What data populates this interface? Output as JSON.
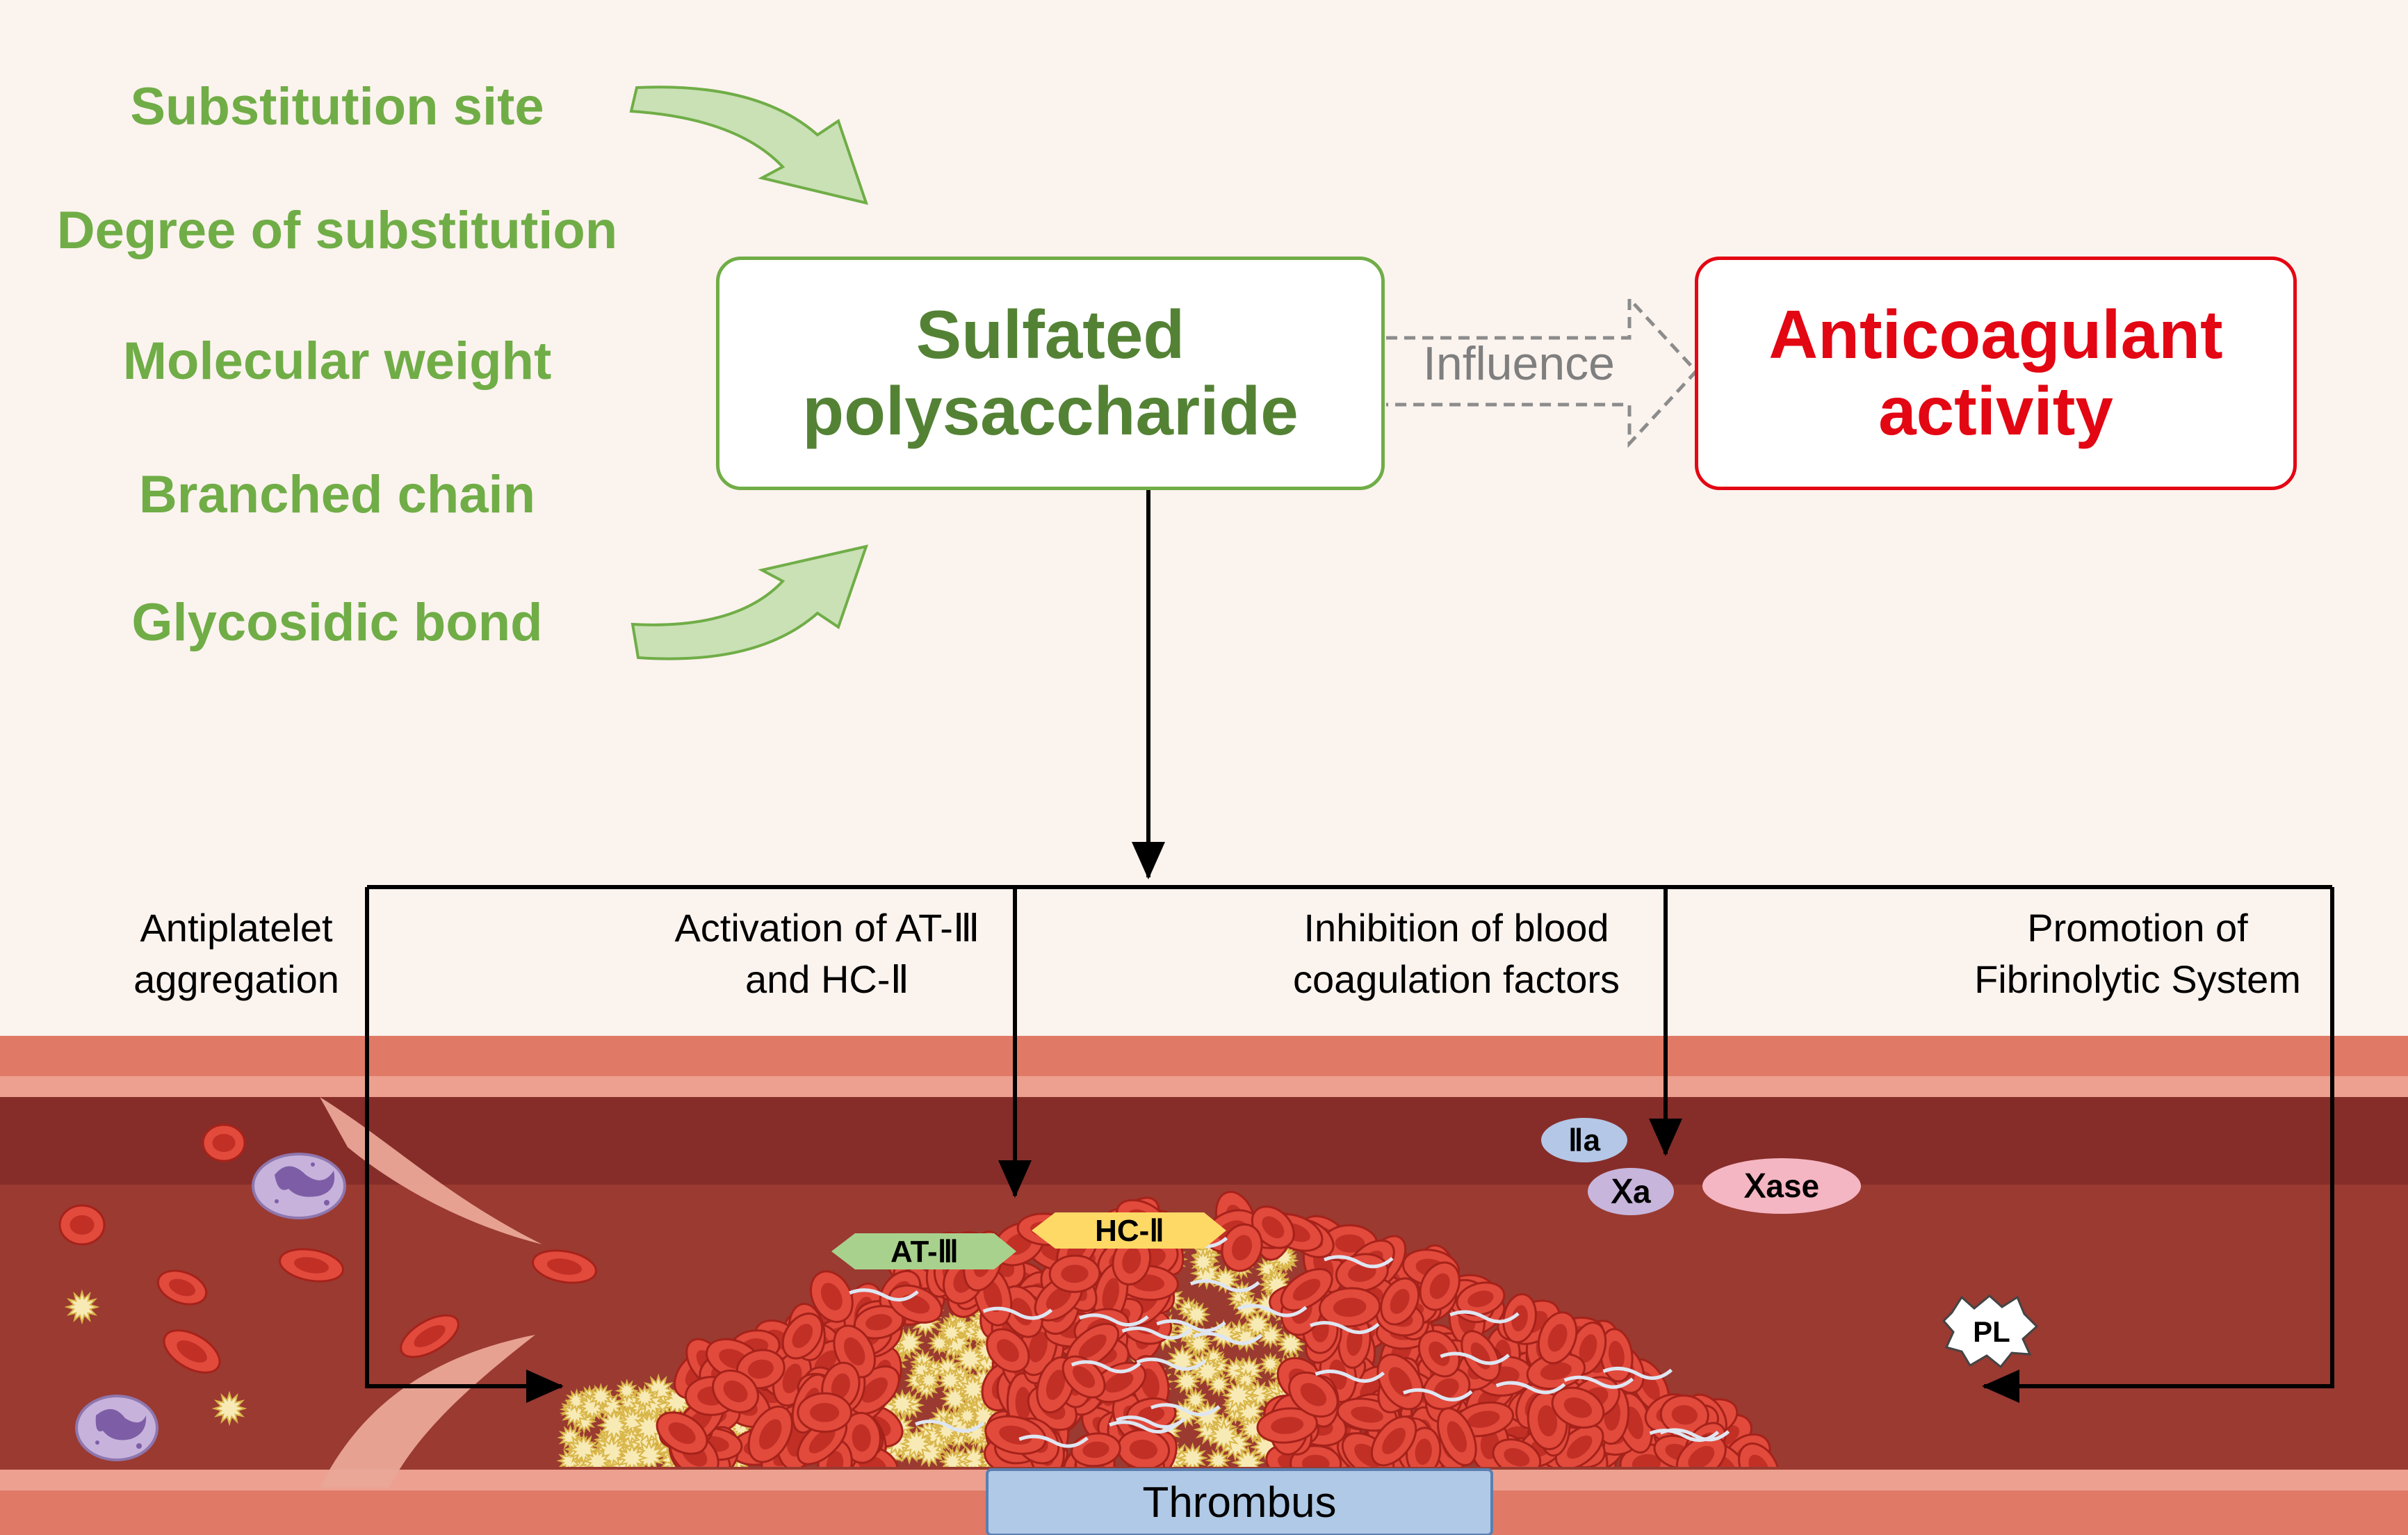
{
  "factors": [
    "Substitution site",
    "Degree of substitution",
    "Molecular weight",
    "Branched chain",
    "Glycosidic bond"
  ],
  "sulfated_box": {
    "line1": "Sulfated",
    "line2": "polysaccharide"
  },
  "influence_label": "Influence",
  "anticoagulant_box": {
    "line1": "Anticoagulant",
    "line2": "activity"
  },
  "mechanisms": [
    {
      "line1": "Antiplatelet",
      "line2": "aggregation"
    },
    {
      "line1": "Activation of AT-Ⅲ",
      "line2": "and HC-Ⅱ"
    },
    {
      "line1": "Inhibition of blood",
      "line2": "coagulation factors"
    },
    {
      "line1": "Promotion of",
      "line2": "Fibrinolytic System"
    }
  ],
  "tags": {
    "at3": "AT-Ⅲ",
    "hc2": "HC-Ⅱ",
    "iia": "Ⅱa",
    "xa": "Ⅹa",
    "xase": "Ⅹase",
    "pl": "PL"
  },
  "thrombus_label": "Thrombus",
  "colors": {
    "background": "#fbf3ee",
    "green_text": "#70ad47",
    "dark_green": "#548235",
    "red": "#e30613",
    "vessel_wall": "#e07a66",
    "vessel_lumen": "#9a3a31",
    "vessel_dark": "#862d29",
    "rbc": "#e24a3c",
    "platelet": "#f7eab5",
    "at3_tag": "#a9d18e",
    "hc2_tag": "#ffd966",
    "iia_tag": "#b4c7e7",
    "xa_tag": "#c7b5dc",
    "xase_tag": "#f4b6c2",
    "thrombus_box": "#b0c9e6"
  },
  "icons": [
    "curved-arrow-icon",
    "hollow-arrow-icon",
    "red-blood-cell-icon",
    "platelet-icon",
    "white-blood-cell-icon"
  ]
}
